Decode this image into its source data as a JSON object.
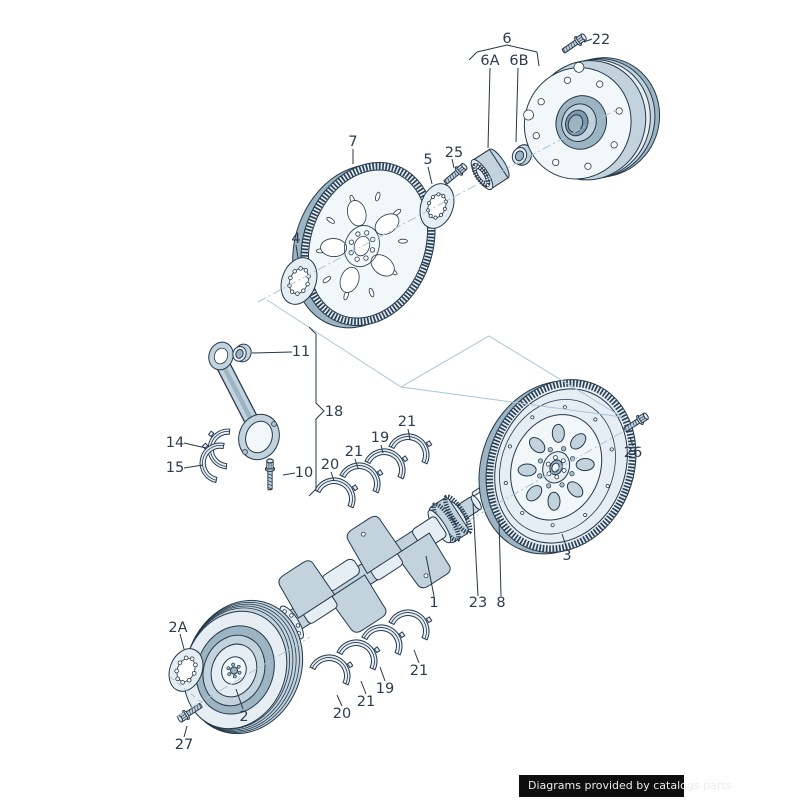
{
  "diagram_type": "exploded-parts-diagram",
  "subject": "crankshaft-flywheel-bearings",
  "colors": {
    "background": "#ffffff",
    "outline": "#24384a",
    "part_face": "#f2f7fa",
    "part_light": "#e6eef4",
    "part_mid": "#c2d3de",
    "part_dark": "#9db4c3",
    "centerline": "#a9c5d8",
    "label_text": "#2a3d4e",
    "badge_bg": "#0e0e0e",
    "badge_text": "#ececec"
  },
  "labels": [
    {
      "text": "6"
    },
    {
      "text": "6A"
    },
    {
      "text": "6B"
    },
    {
      "text": "22"
    },
    {
      "text": "7"
    },
    {
      "text": "5"
    },
    {
      "text": "25"
    },
    {
      "text": "4"
    },
    {
      "text": "11"
    },
    {
      "text": "18"
    },
    {
      "text": "14"
    },
    {
      "text": "15"
    },
    {
      "text": "10"
    },
    {
      "text": "20"
    },
    {
      "text": "21"
    },
    {
      "text": "19"
    },
    {
      "text": "21"
    },
    {
      "text": "26"
    },
    {
      "text": "3"
    },
    {
      "text": "1"
    },
    {
      "text": "23"
    },
    {
      "text": "8"
    },
    {
      "text": "2A"
    },
    {
      "text": "2"
    },
    {
      "text": "27"
    },
    {
      "text": "20"
    },
    {
      "text": "21"
    },
    {
      "text": "19"
    },
    {
      "text": "21"
    }
  ],
  "footer": {
    "text": "Diagrams provided by catalogs parts"
  }
}
